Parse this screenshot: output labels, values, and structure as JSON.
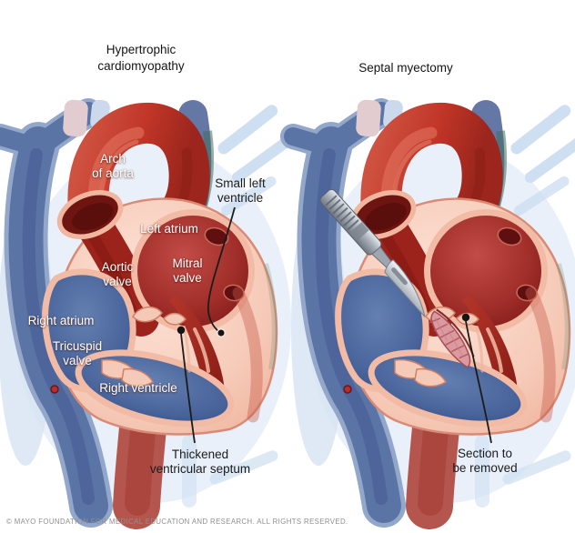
{
  "panels": {
    "left": {
      "title": "Hypertrophic\ncardiomyopathy",
      "labels": {
        "arch_of_aorta": "Arch\nof aorta",
        "small_left_ventricle": "Small left\nventricle",
        "left_atrium": "Left atrium",
        "aortic_valve": "Aortic\nvalve",
        "mitral_valve": "Mitral\nvalve",
        "right_atrium": "Right atrium",
        "tricuspid_valve": "Tricuspid\nvalve",
        "right_ventricle": "Right ventricle",
        "thickened_septum": "Thickened\nventricular septum"
      }
    },
    "right": {
      "title": "Septal myectomy",
      "labels": {
        "section_to_be_removed": "Section to\nbe removed"
      }
    }
  },
  "footer": {
    "copyright": "© MAYO FOUNDATION FOR MEDICAL EDUCATION AND RESEARCH. ALL RIGHTS RESERVED."
  },
  "colors": {
    "background": "#ffffff",
    "heart_wall_pink": "#f3c2ad",
    "aorta_red": "#c0392b",
    "chamber_dark_red": "#841a12",
    "venous_blue": "#5b74a6",
    "chamber_blue": "#3b558c",
    "glow_blue": "#d9e5f4",
    "label_white": "#ffffff",
    "label_black": "#1b1b1b",
    "leader_line": "#1c1c1c",
    "copyright_gray": "#8f8f8f",
    "scalpel_steel": "#a8afb9",
    "excision_pink": "#db9aa0"
  }
}
